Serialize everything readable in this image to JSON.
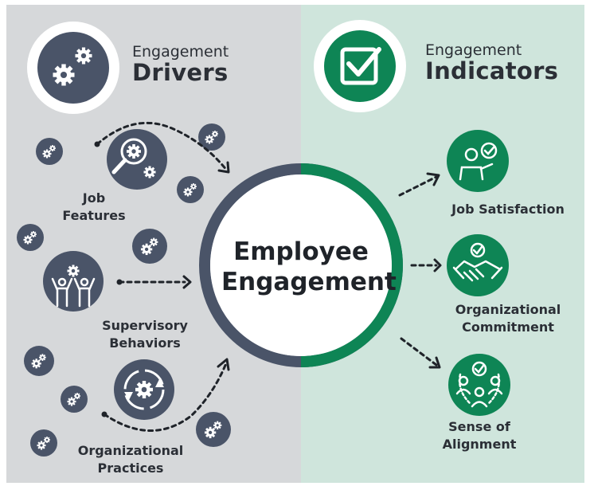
{
  "left_header": {
    "small": "Engagement",
    "big": "Drivers"
  },
  "right_header": {
    "small": "Engagement",
    "big": "Indicators"
  },
  "center": {
    "line1": "Employee",
    "line2": "Engagement"
  },
  "drivers": [
    {
      "line1": "Job",
      "line2": "Features",
      "icon": "magnifier-gear-icon"
    },
    {
      "line1": "Supervisory",
      "line2": "Behaviors",
      "icon": "team-gear-icon"
    },
    {
      "line1": "Organizational",
      "line2": "Practices",
      "icon": "cycle-gear-icon"
    }
  ],
  "indicators": [
    {
      "line1": "Job Satisfaction",
      "line2": "",
      "icon": "presenter-check-icon"
    },
    {
      "line1": "Organizational",
      "line2": "Commitment",
      "icon": "handshake-icon"
    },
    {
      "line1": "Sense of",
      "line2": "Alignment",
      "icon": "group-check-icon"
    }
  ],
  "colors": {
    "left_bg": "#d6d8da",
    "right_bg": "#cfe5dc",
    "slate": "#4a5468",
    "green": "#0e8555",
    "text": "#2b2f36"
  }
}
